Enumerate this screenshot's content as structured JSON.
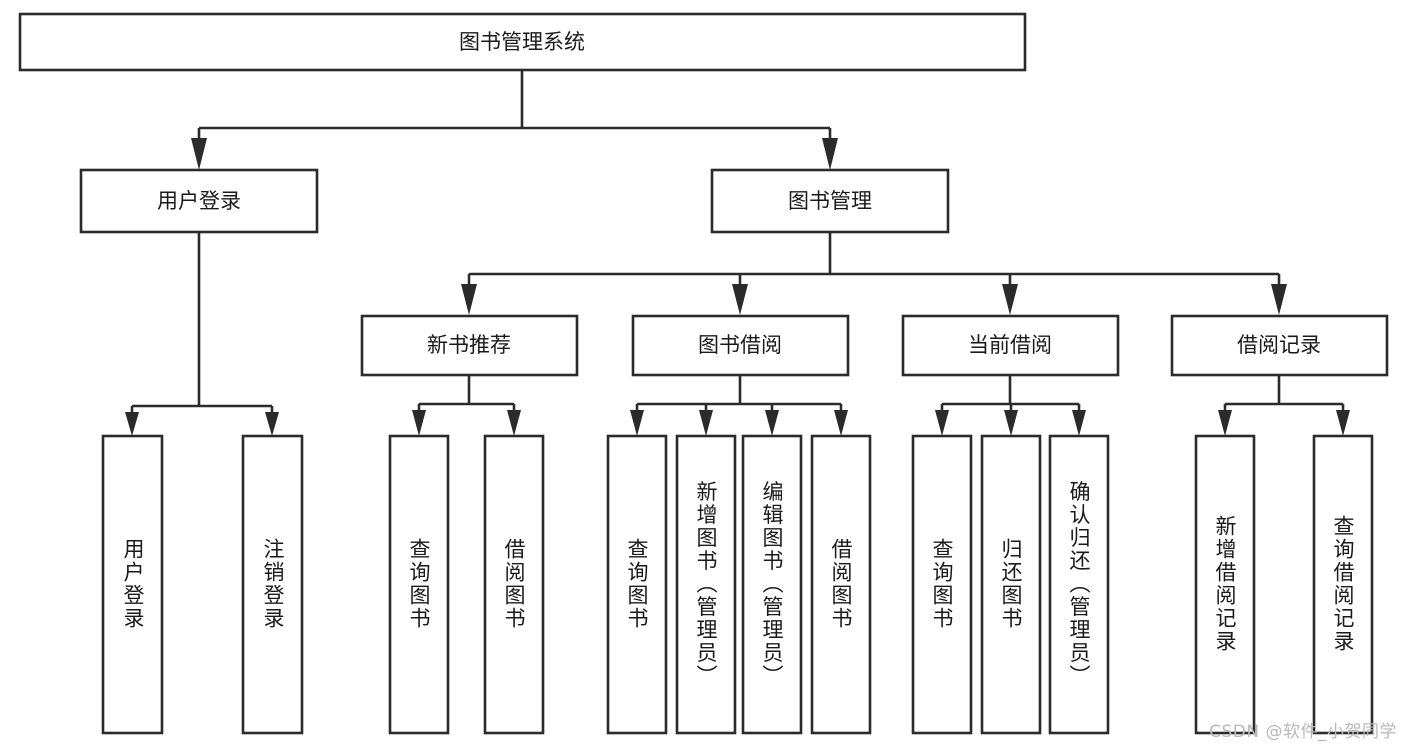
{
  "diagram": {
    "title": "图书管理系统",
    "type": "tree-hierarchy-chart",
    "colors": {
      "box_stroke": "#2b2b2b",
      "box_fill": "#ffffff",
      "connector": "#2b2b2b",
      "text": "#1a1a1a",
      "watermark": "#b9b9b9",
      "background": "#ffffff"
    },
    "root": {
      "label": "图书管理系统"
    },
    "level2": [
      {
        "label": "用户登录"
      },
      {
        "label": "图书管理"
      }
    ],
    "level3": [
      {
        "label": "新书推荐"
      },
      {
        "label": "图书借阅"
      },
      {
        "label": "当前借阅"
      },
      {
        "label": "借阅记录"
      }
    ],
    "leaves_user_login": [
      {
        "label": "用户登录"
      },
      {
        "label": "注销登录"
      }
    ],
    "leaves_new_book": [
      {
        "label": "查询图书"
      },
      {
        "label": "借阅图书"
      }
    ],
    "leaves_borrow": [
      {
        "label": "查询图书"
      },
      {
        "label": "新增图书（管理员）"
      },
      {
        "label": "编辑图书（管理员）"
      },
      {
        "label": "借阅图书"
      }
    ],
    "leaves_current": [
      {
        "label": "查询图书"
      },
      {
        "label": "归还图书"
      },
      {
        "label": "确认归还（管理员）"
      }
    ],
    "leaves_records": [
      {
        "label": "新增借阅记录"
      },
      {
        "label": "查询借阅记录"
      }
    ]
  },
  "watermark": {
    "text": "CSDN @软件_小贺同学"
  }
}
